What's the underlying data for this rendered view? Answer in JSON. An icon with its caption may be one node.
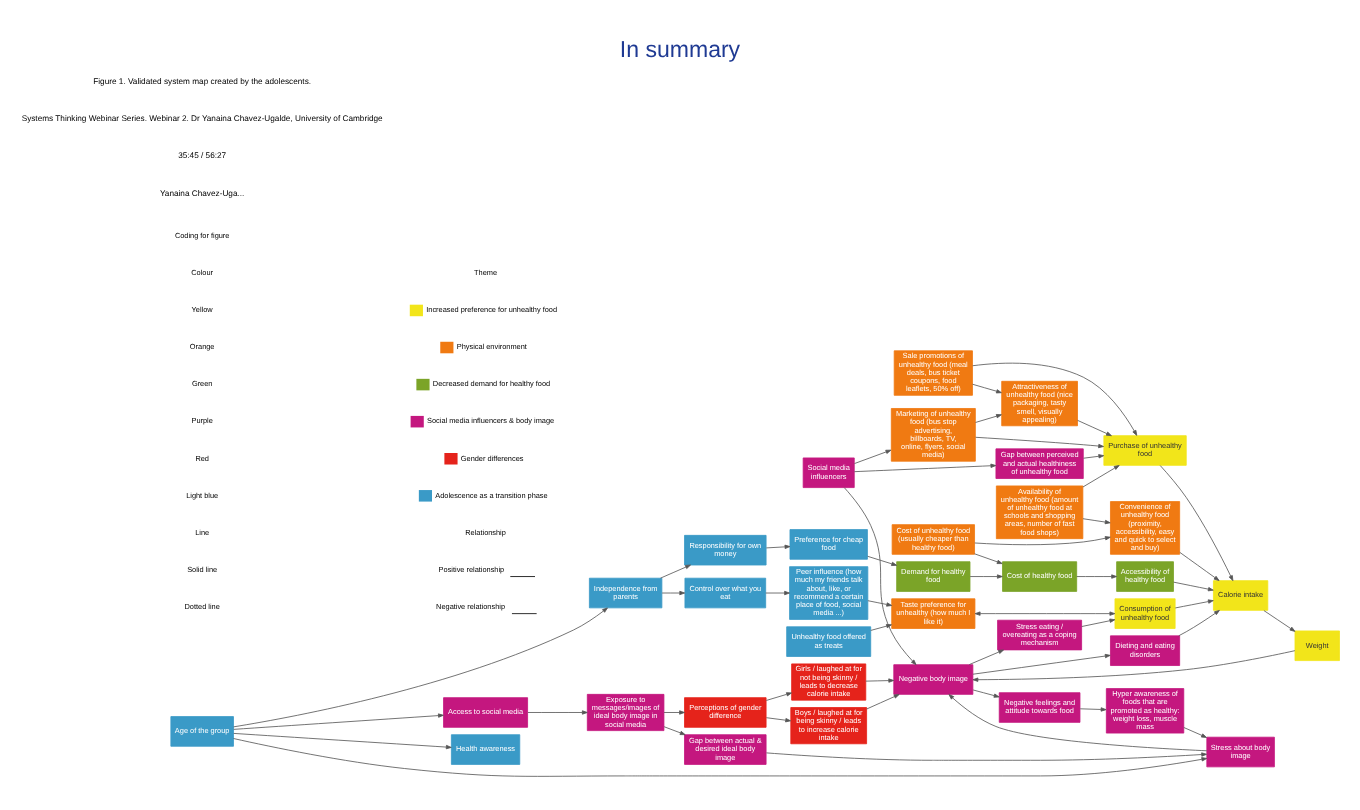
{
  "diagram": {
    "title": "In summary",
    "caption": "Figure 1. Validated system map created by the adolescents.",
    "nodes": [
      {
        "text": [
          "Girls / laughed at for not being skinny / leads to decrease calorie intake"
        ]
      },
      {
        "text": [
          "Boys / laughed at for being skinny / leads to increase calorie intake"
        ]
      },
      {
        "text": [
          "Perceptions of gender difference"
        ]
      },
      {
        "text": [
          "Gap between perceived and actual healthiness of unhealthy food"
        ]
      },
      {
        "text": [
          "Social media influencers"
        ]
      },
      {
        "text": [
          "Negative body image"
        ]
      },
      {
        "text": [
          "Negative feelings and attitude towards food"
        ]
      },
      {
        "text": [
          "Hyper awareness of foods that are promoted as healthy: weight loss, muscle mass"
        ]
      },
      {
        "text": [
          "Exposure to messages/images of ideal body image in social media"
        ]
      },
      {
        "text": [
          "Access to social media"
        ]
      },
      {
        "text": [
          "Gap between actual & desired ideal body image"
        ]
      },
      {
        "text": [
          "Stress about body image"
        ]
      },
      {
        "text": [
          "Stress eating / overeating as a coping mechanism"
        ]
      },
      {
        "text": [
          "Dieting and eating disorders"
        ]
      },
      {
        "text": [
          "Marketing of unhealthy food (bus stop advertising, billboards, TV, online, flyers, social media)"
        ]
      },
      {
        "text": [
          "Attractiveness of unhealthy food (nice packaging, tasty smell, visually appealing)"
        ]
      },
      {
        "text": [
          "Sale promotions of unhealthy food (meal deals, bus ticket coupons, food leaflets, 50% off)"
        ]
      },
      {
        "text": [
          "Availability of unhealthy food (amount of unhealthy food at schools and shopping areas, number of fast food shops)"
        ]
      },
      {
        "text": [
          "Cost of unhealthy food (usually cheaper than healthy food)"
        ]
      },
      {
        "text": [
          "Convenience of unhealthy food (proximity, accessibility, easy and quick to select and buy)"
        ]
      },
      {
        "text": [
          "Taste preference for unhealthy (how much I like it)"
        ]
      },
      {
        "text": [
          "Purchase of unhealthy food"
        ]
      },
      {
        "text": [
          "Weight"
        ]
      },
      {
        "text": [
          "Calorie intake"
        ]
      },
      {
        "text": [
          "Consumption of unhealthy food"
        ]
      },
      {
        "text": [
          "Accessibility of healthy food"
        ]
      },
      {
        "text": [
          "Cost of healthy food"
        ]
      },
      {
        "text": [
          "Demand for healthy food"
        ]
      },
      {
        "text": [
          "Health awareness"
        ]
      },
      {
        "text": [
          "Age of the group"
        ]
      },
      {
        "text": [
          "Independence from parents"
        ]
      },
      {
        "text": [
          "Control over what you eat"
        ]
      },
      {
        "text": [
          "Responsibility for own money"
        ]
      },
      {
        "text": [
          "Peer influence (how much my friends talk about, like, or recommend a certain place of food, social media ...)"
        ]
      },
      {
        "text": [
          "Unhealthy food offered as treats"
        ]
      },
      {
        "text": [
          "Preference for cheap food"
        ]
      }
    ],
    "edges": [
      {
        "from": 2,
        "to": 0,
        "arrow": "to"
      },
      {
        "from": 2,
        "to": 1,
        "arrow": "to"
      },
      {
        "from": 8,
        "to": 2,
        "arrow": "to"
      },
      {
        "from": 0,
        "to": 5,
        "arrow": "to"
      },
      {
        "from": 1,
        "to": 5,
        "arrow": "to"
      },
      {
        "from": 4,
        "to": 3,
        "arrow": "to"
      },
      {
        "from": 4,
        "to": 14,
        "arrow": "to"
      },
      {
        "from": 4,
        "to": 5,
        "arrow": "to"
      },
      {
        "from": 14,
        "to": 15,
        "arrow": "to"
      },
      {
        "from": 14,
        "to": 21,
        "arrow": "to"
      },
      {
        "from": 15,
        "to": 21,
        "arrow": "to"
      },
      {
        "from": 16,
        "to": 21,
        "arrow": "to"
      },
      {
        "from": 16,
        "to": 15,
        "arrow": "to"
      },
      {
        "from": 17,
        "to": 21,
        "arrow": "to"
      },
      {
        "from": 17,
        "to": 19,
        "arrow": "to"
      },
      {
        "from": 18,
        "to": 19,
        "arrow": "to"
      },
      {
        "from": 3,
        "to": 21,
        "arrow": "to"
      },
      {
        "from": 21,
        "to": 23,
        "arrow": "to"
      },
      {
        "from": 19,
        "to": 23,
        "arrow": "to"
      },
      {
        "from": 23,
        "to": 22,
        "arrow": "to"
      },
      {
        "from": 22,
        "to": 5,
        "arrow": "to"
      },
      {
        "from": 5,
        "to": 6,
        "arrow": "to"
      },
      {
        "from": 6,
        "to": 7,
        "arrow": "to"
      },
      {
        "from": 7,
        "to": 11,
        "arrow": "to"
      },
      {
        "from": 9,
        "to": 8,
        "arrow": "to"
      },
      {
        "from": 8,
        "to": 10,
        "arrow": "to"
      },
      {
        "from": 10,
        "to": 11,
        "arrow": "to"
      },
      {
        "from": 11,
        "to": 5,
        "arrow": "to"
      },
      {
        "from": 5,
        "to": 12,
        "arrow": "to"
      },
      {
        "from": 5,
        "to": 13,
        "arrow": "to"
      },
      {
        "from": 12,
        "to": 24,
        "arrow": "to"
      },
      {
        "from": 13,
        "to": 23,
        "arrow": "to"
      },
      {
        "from": 24,
        "to": 23,
        "arrow": "to"
      },
      {
        "from": 20,
        "to": 24,
        "arrow": "both"
      },
      {
        "from": 33,
        "to": 20,
        "arrow": "to"
      },
      {
        "from": 34,
        "to": 20,
        "arrow": "to"
      },
      {
        "from": 29,
        "to": 9,
        "arrow": "to"
      },
      {
        "from": 29,
        "to": 28,
        "arrow": "to"
      },
      {
        "from": 29,
        "to": 11,
        "arrow": "to"
      },
      {
        "from": 29,
        "to": 30,
        "arrow": "to"
      },
      {
        "from": 30,
        "to": 31,
        "arrow": "to"
      },
      {
        "from": 30,
        "to": 32,
        "arrow": "to"
      },
      {
        "from": 31,
        "to": 33,
        "arrow": "to"
      },
      {
        "from": 32,
        "to": 35,
        "arrow": "to"
      },
      {
        "from": 35,
        "to": 27,
        "arrow": "to"
      },
      {
        "from": 27,
        "to": 26,
        "arrow": "to"
      },
      {
        "from": 26,
        "to": 25,
        "arrow": "to"
      },
      {
        "from": 25,
        "to": 23,
        "arrow": "to"
      },
      {
        "from": 18,
        "to": 26,
        "arrow": "to"
      }
    ],
    "labels": [
      "Yanaina Chavez-Uga...",
      "Coding for figure",
      "Colour",
      "Theme",
      "Yellow",
      "Orange",
      "Green",
      "Purple",
      "Red",
      "Light blue",
      "Line",
      "Relationship",
      "Solid line",
      "Dotted line",
      "35:45 / 56:27",
      "Systems Thinking Webinar Series. Webinar 2. Dr Yanaina Chavez-Ugalde, University of Cambridge"
    ],
    "legend": [
      {
        "text": "Increased preference for unhealthy food",
        "color": "#f2e51a"
      },
      {
        "text": "Physical environment",
        "color": "#f07a12"
      },
      {
        "text": "Decreased demand for healthy food",
        "color": "#7ba428"
      },
      {
        "text": "Social media influencers & body image",
        "color": "#c4177f"
      },
      {
        "text": "Gender differences",
        "color": "#e5231b"
      },
      {
        "text": "Adolescence as a transition phase",
        "color": "#3a9ac7"
      },
      {
        "text": "Positive relationship"
      },
      {
        "text": "Negative relationship"
      }
    ]
  }
}
